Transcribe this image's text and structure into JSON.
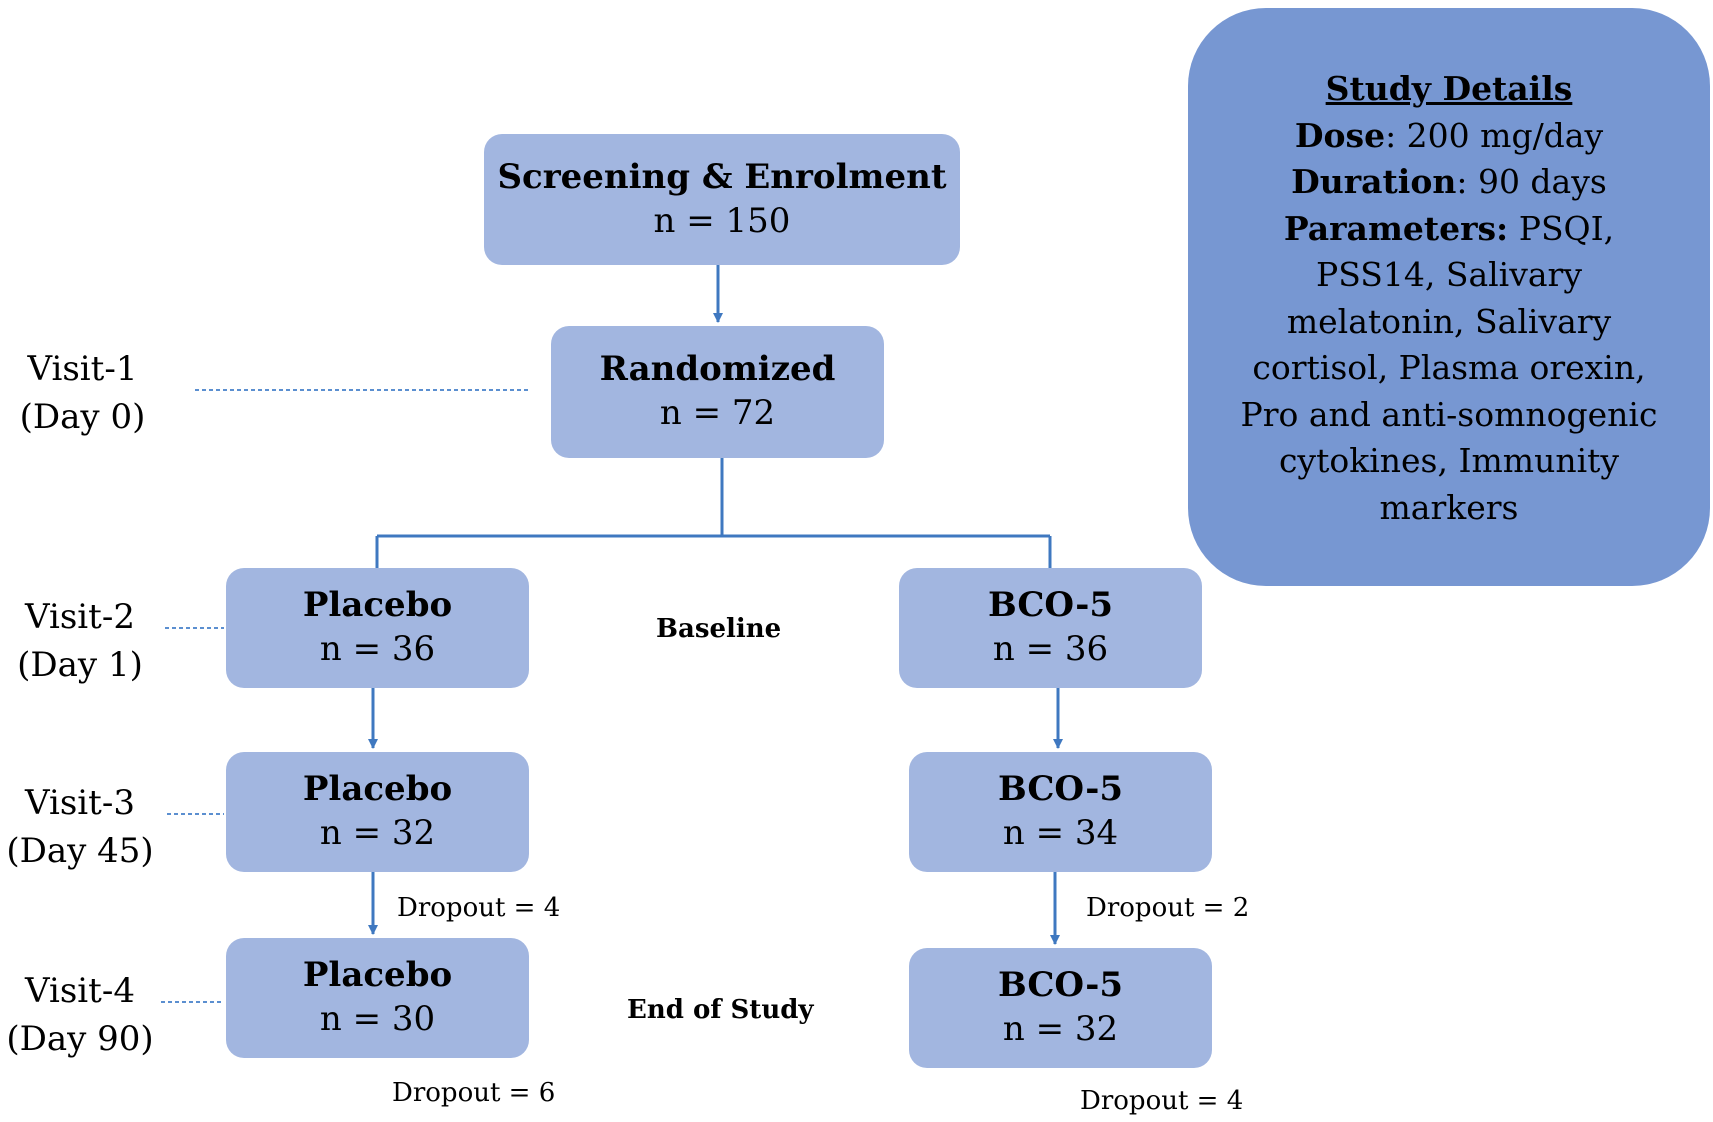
{
  "study_details": {
    "title": "Study Details",
    "dose_label": "Dose",
    "dose_value": ": 200 mg/day",
    "duration_label": "Duration",
    "duration_value": ": 90 days",
    "parameters_label": "Parameters:",
    "parameters_lines": [
      " PSQI,",
      "PSS14, Salivary",
      "melatonin, Salivary",
      "cortisol, Plasma orexin,",
      "Pro and anti-somnogenic",
      "cytokines, Immunity",
      "markers"
    ]
  },
  "screening": {
    "title": "Screening & Enrolment",
    "count": "n = 150"
  },
  "randomized": {
    "title": "Randomized",
    "count": "n = 72"
  },
  "visits": [
    {
      "name": "Visit-1",
      "day": "(Day 0)"
    },
    {
      "name": "Visit-2",
      "day": "(Day 1)"
    },
    {
      "name": "Visit-3",
      "day": "(Day 45)"
    },
    {
      "name": "Visit-4",
      "day": "(Day 90)"
    }
  ],
  "placebo": [
    {
      "title": "Placebo",
      "count": "n = 36"
    },
    {
      "title": "Placebo",
      "count": "n = 32"
    },
    {
      "title": "Placebo",
      "count": "n = 30"
    }
  ],
  "bco": [
    {
      "title": "BCO-5",
      "count": "n = 36"
    },
    {
      "title": "BCO-5",
      "count": "n = 34"
    },
    {
      "title": "BCO-5",
      "count": "n = 32"
    }
  ],
  "phases": {
    "baseline": "Baseline",
    "end": "End of Study"
  },
  "dropouts": {
    "placebo_v3": "Dropout = 4",
    "placebo_v4": "Dropout = 6",
    "bco_v3": "Dropout = 2",
    "bco_v4": "Dropout = 4"
  },
  "colors": {
    "box_fill": "#a2b6e0",
    "details_fill": "#7797d2",
    "connector": "#3f78c0",
    "dashed": "#5b8fd0"
  }
}
